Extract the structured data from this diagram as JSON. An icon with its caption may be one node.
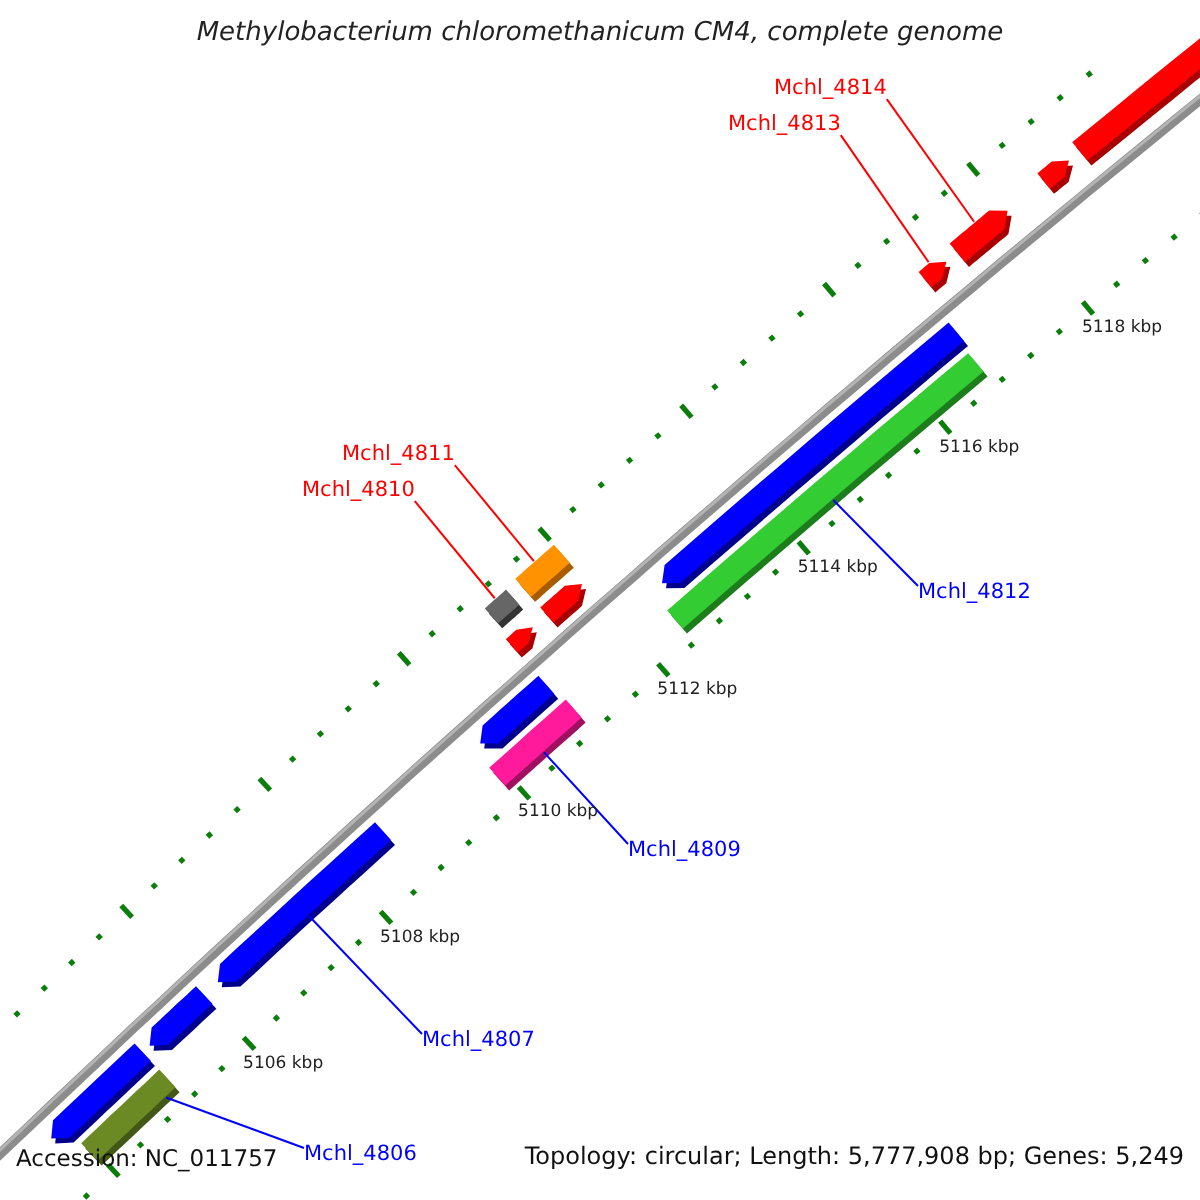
{
  "diagram": {
    "title": "Methylobacterium chloromethanicum CM4, complete genome",
    "nodes": [
      {
        "text": [
          "Mchl_4814"
        ]
      },
      {
        "text": [],
        "shape": "bar"
      },
      {
        "text": [
          "Mchl_4813"
        ]
      },
      {
        "text": [],
        "shape": "bar"
      },
      {
        "text": [
          "Mchl_4811"
        ]
      },
      {
        "text": [],
        "shape": "bar"
      },
      {
        "text": [
          "Mchl_4810"
        ]
      },
      {
        "text": [],
        "shape": "bar"
      },
      {
        "text": [
          "Mchl_4812"
        ]
      },
      {
        "text": [],
        "shape": "bar"
      },
      {
        "text": [
          "Mchl_4809"
        ]
      },
      {
        "text": [],
        "shape": "bar"
      },
      {
        "text": [
          "Mchl_4807"
        ]
      },
      {
        "text": [],
        "shape": "bar"
      },
      {
        "text": [
          "Mchl_4806"
        ]
      },
      {
        "text": [],
        "shape": "bar"
      },
      {
        "text": [],
        "shape": "bar"
      },
      {
        "text": [],
        "shape": "bar"
      },
      {
        "text": [],
        "shape": "bar"
      },
      {
        "text": [],
        "shape": "bar"
      },
      {
        "text": [],
        "shape": "bar"
      },
      {
        "text": [],
        "shape": "bar"
      },
      {
        "text": [],
        "shape": "bar"
      },
      {
        "text": [],
        "shape": "bar"
      }
    ],
    "edges": [
      {
        "from": 0,
        "to": 1,
        "arrow": "none",
        "color": "#ff0000"
      },
      {
        "from": 2,
        "to": 3,
        "arrow": "none",
        "color": "#ff0000"
      },
      {
        "from": 4,
        "to": 5,
        "arrow": "none",
        "color": "#ff0000"
      },
      {
        "from": 6,
        "to": 7,
        "arrow": "none",
        "color": "#ff0000"
      },
      {
        "from": 8,
        "to": 9,
        "arrow": "none",
        "color": "#0000ff"
      },
      {
        "from": 10,
        "to": 11,
        "arrow": "none",
        "color": "#0000ff"
      },
      {
        "from": 12,
        "to": 13,
        "arrow": "none",
        "color": "#0000ff"
      },
      {
        "from": 14,
        "to": 15,
        "arrow": "none",
        "color": "#0000ff"
      }
    ],
    "labels": [
      "5118 kbp",
      "5116 kbp",
      "5114 kbp",
      "5112 kbp",
      "5110 kbp",
      "5108 kbp",
      "5106 kbp",
      "Accession: NC_011757",
      "Topology: circular; Length: 5,777,908 bp; Genes: 5,249"
    ]
  }
}
